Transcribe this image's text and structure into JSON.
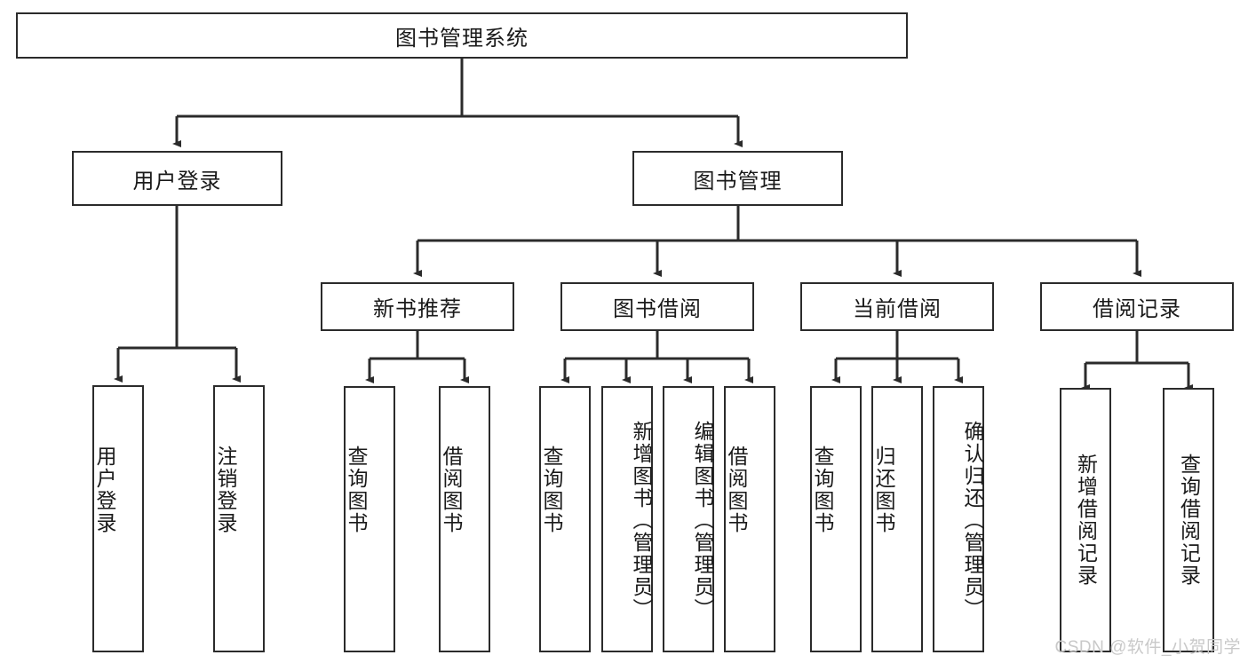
{
  "diagram": {
    "title": "图书管理系统",
    "type": "tree-hierarchy",
    "root": {
      "label": "图书管理系统"
    },
    "level2": [
      {
        "label": "用户登录"
      },
      {
        "label": "图书管理"
      }
    ],
    "level3": [
      {
        "label": "新书推荐"
      },
      {
        "label": "图书借阅"
      },
      {
        "label": "当前借阅"
      },
      {
        "label": "借阅记录"
      }
    ],
    "leaves_user_login": [
      {
        "label": "用户登录"
      },
      {
        "label": "注销登录"
      }
    ],
    "leaves_new_book": [
      {
        "label": "查询图书"
      },
      {
        "label": "借阅图书"
      }
    ],
    "leaves_borrow": [
      {
        "label": "查询图书"
      },
      {
        "label": "新增图书（管理员）"
      },
      {
        "label": "编辑图书（管理员）"
      },
      {
        "label": "借阅图书"
      }
    ],
    "leaves_current": [
      {
        "label": "查询图书"
      },
      {
        "label": "归还图书"
      },
      {
        "label": "确认归还（管理员）"
      }
    ],
    "leaves_records": [
      {
        "label": "新增借阅记录"
      },
      {
        "label": "查询借阅记录"
      }
    ]
  },
  "watermark": {
    "text": "CSDN @软件_小贺同学"
  },
  "colors": {
    "stroke": "#2b2b2b",
    "fill": "#ffffff",
    "text": "#1a1a1a",
    "watermark": "#c9c9c9"
  }
}
